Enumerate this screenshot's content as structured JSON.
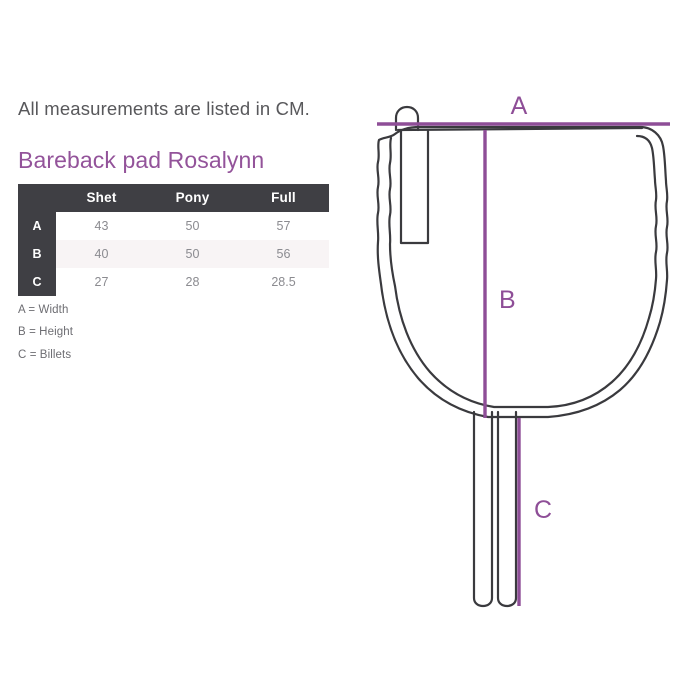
{
  "note": "All measurements are listed in CM.",
  "title": "Bareback pad Rosalynn",
  "table": {
    "corner": "",
    "columns": [
      "Shet",
      "Pony",
      "Full"
    ],
    "rows": [
      {
        "label": "A",
        "values": [
          "43",
          "50",
          "57"
        ]
      },
      {
        "label": "B",
        "values": [
          "40",
          "50",
          "56"
        ]
      },
      {
        "label": "C",
        "values": [
          "27",
          "28",
          "28.5"
        ]
      }
    ]
  },
  "legend": [
    "A = Width",
    "B = Height",
    "C = Billets"
  ],
  "diagram": {
    "label_a": "A",
    "label_b": "B",
    "label_c": "C"
  },
  "colors": {
    "accent_purple": "#93539a",
    "dim_line": "#8e4e97",
    "table_header_bg": "#3f3f44",
    "table_alt_row": "#f8f4f5",
    "outline": "#3a3a3e",
    "body_text": "#58585b"
  }
}
